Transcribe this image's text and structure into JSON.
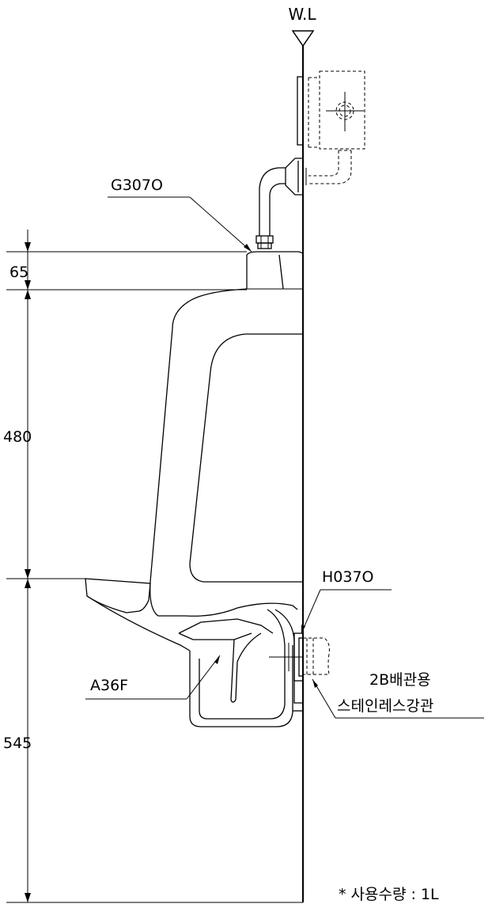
{
  "labels": {
    "water_level": "W.L",
    "valve_code": "G307O",
    "flange_code": "H037O",
    "trap_code": "A36F",
    "pipe_line1": "2B배관용",
    "pipe_line2": "스테인레스강관"
  },
  "dimensions": {
    "top_height": "65",
    "body_height": "480",
    "floor_height": "545"
  },
  "note": "* 사용수량 : 1L"
}
